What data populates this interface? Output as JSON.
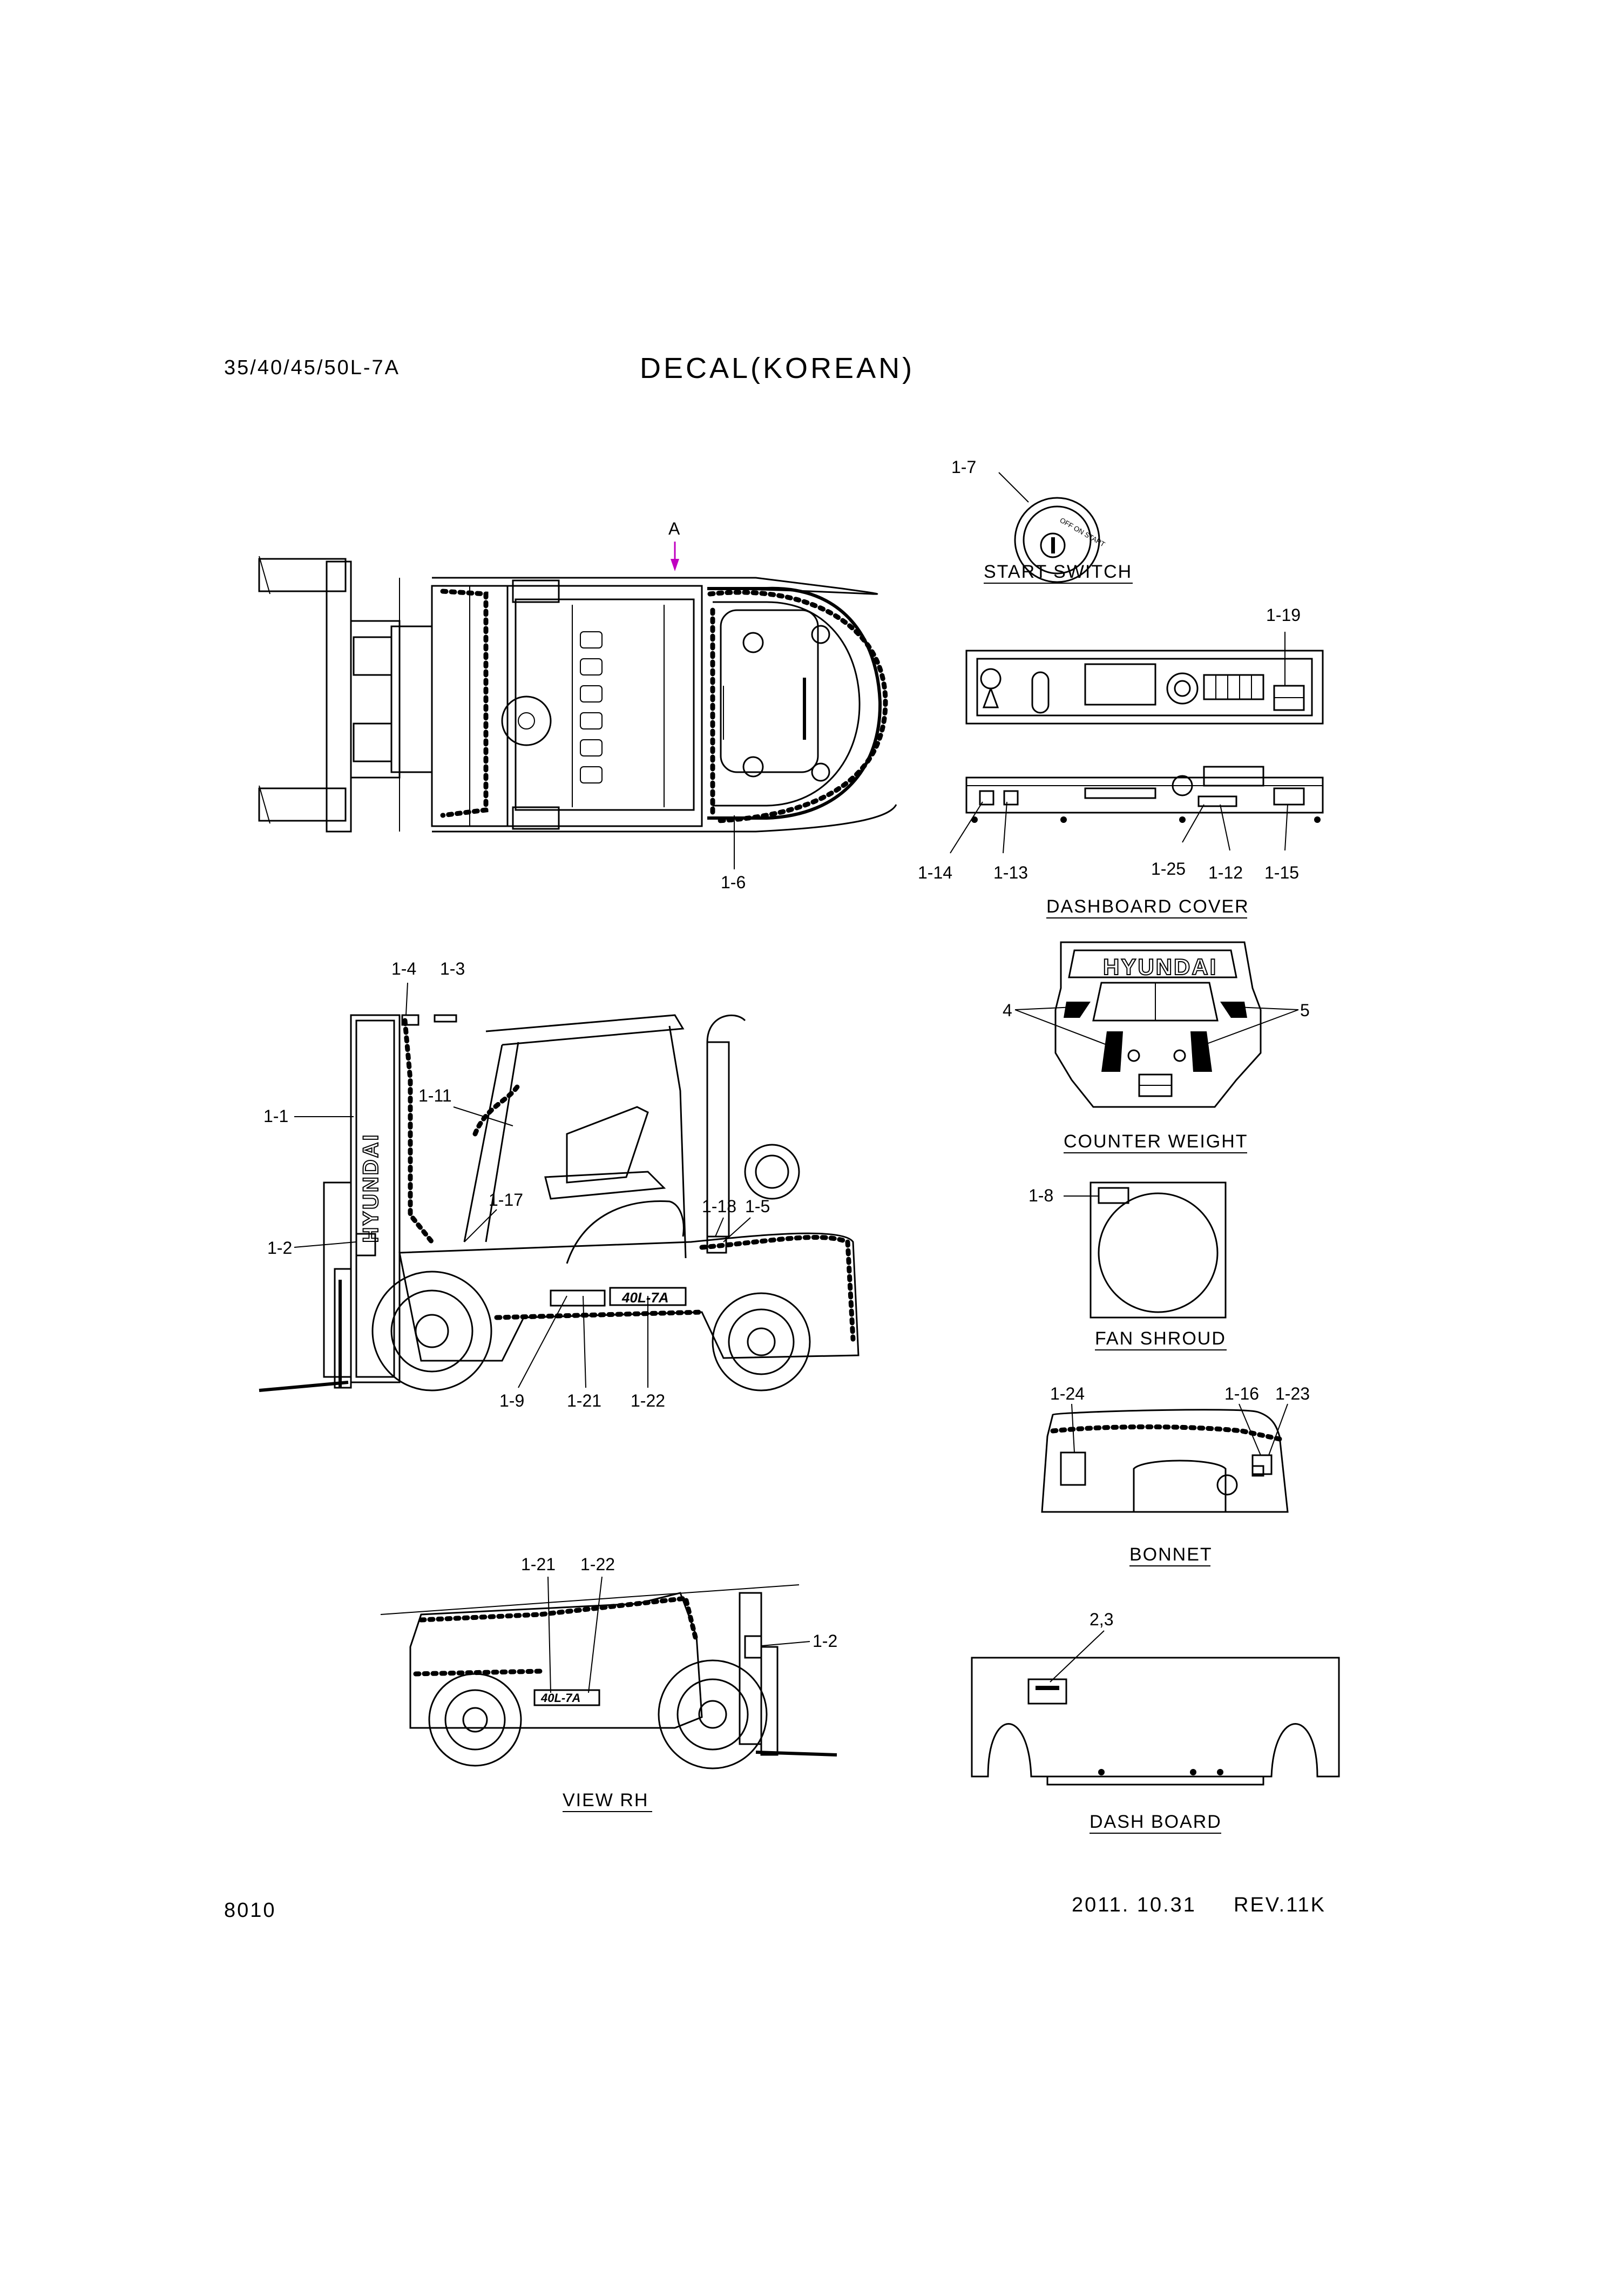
{
  "header": {
    "model": "35/40/45/50L-7A",
    "title": "DECAL(KOREAN)",
    "view_marker": "A"
  },
  "captions": {
    "start_switch": "START SWITCH",
    "dashboard_cover": "DASHBOARD COVER",
    "counter_weight": "COUNTER WEIGHT",
    "fan_shroud": "FAN SHROUD",
    "bonnet": "BONNET",
    "view_rh": "VIEW  RH",
    "dash_board": "DASH BOARD"
  },
  "brand": {
    "counterweight_logo": "HYUNDAI",
    "mast_logo": "HYUNDAI",
    "side_model_plate": "40L-7A"
  },
  "callouts": {
    "top_view": [
      "1-6"
    ],
    "start_switch": [
      "1-7"
    ],
    "dashboard_cover": [
      "1-19",
      "1-14",
      "1-13",
      "1-25",
      "1-12",
      "1-15"
    ],
    "counter_weight": [
      "4",
      "5"
    ],
    "side_view": [
      "1-4",
      "1-3",
      "1-1",
      "1-11",
      "1-17",
      "1-18",
      "1-5",
      "1-2",
      "1-9",
      "1-21",
      "1-22"
    ],
    "fan_shroud": [
      "1-8"
    ],
    "bonnet": [
      "1-24",
      "1-16",
      "1-23"
    ],
    "view_rh": [
      "1-21",
      "1-22",
      "1-2"
    ],
    "dash_board": [
      "2,3"
    ]
  },
  "footer": {
    "page_number": "8010",
    "date": "2011. 10.31",
    "revision": "REV.11K"
  },
  "colors": {
    "line": "#000000",
    "view_arrow": "#c000c0",
    "background": "#ffffff"
  }
}
